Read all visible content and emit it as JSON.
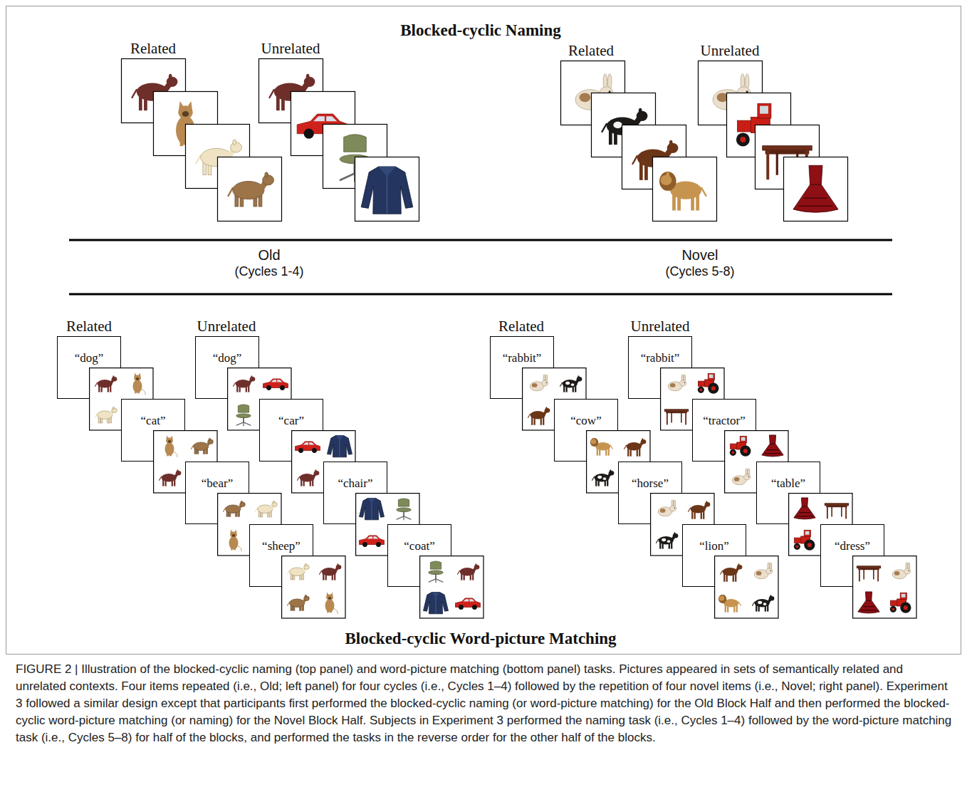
{
  "diagram": {
    "title": "Blocked-cyclic Naming",
    "caption": "FIGURE 2 | Illustration of the blocked-cyclic naming (top panel) and word-picture matching (bottom panel) tasks. Pictures appeared in sets of semantically related and unrelated contexts. Four items repeated (i.e., Old; left panel) for four cycles (i.e., Cycles 1–4) followed by the repetition of four novel items (i.e., Novel; right panel). Experiment 3 followed a similar design except that participants first performed the blocked-cyclic naming (or word-picture matching) for the Old Block Half and then performed the blocked-cyclic word-picture matching (or naming) for the Novel Block Half. Subjects in Experiment 3 performed the naming task (i.e., Cycles 1–4) followed by the word-picture matching task (i.e., Cycles 5–8) for half of the blocks, and performed the tasks in the reverse order for the other half of the blocks.",
    "nodes": [
      {
        "text": [
          "“dog”"
        ]
      },
      {
        "text": [
          "“cat”"
        ]
      },
      {
        "text": [
          "“bear”"
        ]
      },
      {
        "text": [
          "“sheep”"
        ]
      },
      {
        "text": [
          "“dog”"
        ]
      },
      {
        "text": [
          "“car”"
        ]
      },
      {
        "text": [
          "“chair”"
        ]
      },
      {
        "text": [
          "“coat”"
        ]
      },
      {
        "text": [
          "“rabbit”"
        ]
      },
      {
        "text": [
          "“cow”"
        ]
      },
      {
        "text": [
          "“horse”"
        ]
      },
      {
        "text": [
          "“lion”"
        ]
      },
      {
        "text": [
          "“rabbit”"
        ]
      },
      {
        "text": [
          "“tractor”"
        ]
      },
      {
        "text": [
          "“table”"
        ]
      },
      {
        "text": [
          "“dress”"
        ]
      }
    ],
    "labels": [
      "Related",
      "Unrelated",
      "Related",
      "Unrelated",
      "Old",
      "(Cycles 1-4)",
      "Novel",
      "(Cycles 5-8)",
      "Related",
      "Unrelated",
      "Related",
      "Unrelated",
      "Blocked-cyclic Word-picture Matching"
    ]
  }
}
